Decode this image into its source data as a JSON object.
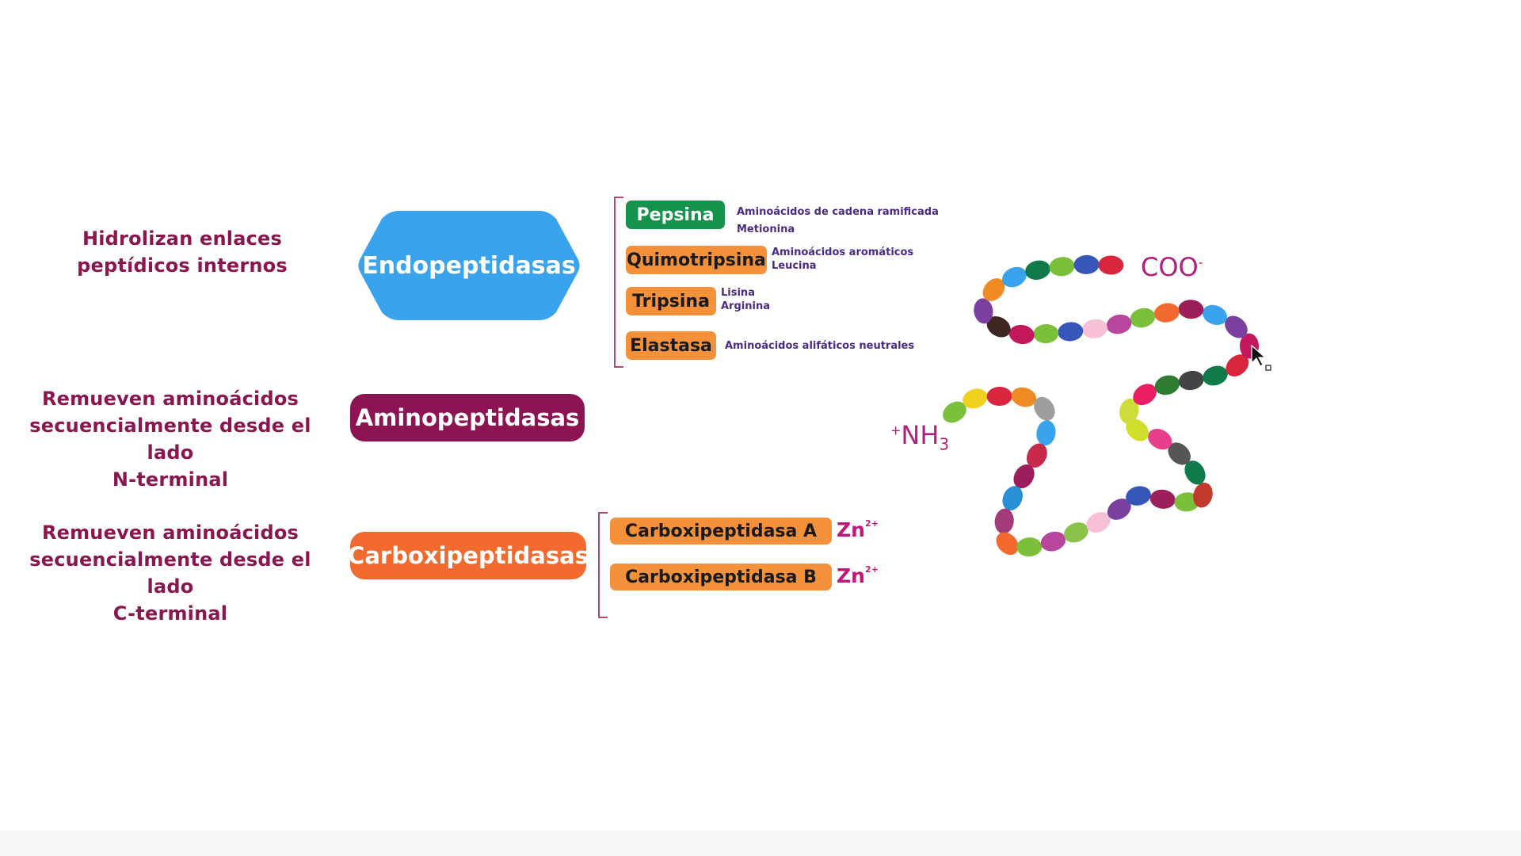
{
  "rows": {
    "endo": {
      "description_lines": [
        "Hidrolizan enlaces",
        "peptídicos internos"
      ],
      "label": "Endopeptidasas",
      "color": "#3aa3ee"
    },
    "amino": {
      "description_lines": [
        "Remueven aminoácidos",
        "secuencialmente desde el lado",
        "N-terminal"
      ],
      "label": "Aminopeptidasas",
      "color": "#8c1452"
    },
    "carboxi": {
      "description_lines": [
        "Remueven aminoácidos",
        "secuencialmente desde el lado",
        "C-terminal"
      ],
      "label": "Carboxipeptidasas",
      "color": "#f26a2e"
    }
  },
  "endopeptidases": [
    {
      "name": "Pepsina",
      "color": "#15934c",
      "notes": [
        "Aminoácidos de cadena ramificada",
        "Metionina"
      ]
    },
    {
      "name": "Quimotripsina",
      "color": "#f4913a",
      "notes": [
        "Aminoácidos aromáticos",
        "Leucina"
      ]
    },
    {
      "name": "Tripsina",
      "color": "#f4913a",
      "notes": [
        "Lisina",
        "Arginina"
      ]
    },
    {
      "name": "Elastasa",
      "color": "#f4913a",
      "notes": [
        "Aminoácidos alifáticos neutrales"
      ]
    }
  ],
  "carboxypeptidases": [
    {
      "name": "Carboxipeptidasa A",
      "cofactor": "Zn",
      "charge": "2+"
    },
    {
      "name": "Carboxipeptidasa B",
      "cofactor": "Zn",
      "charge": "2+"
    }
  ],
  "chain": {
    "c_terminal": {
      "text": "COO",
      "charge": "-"
    },
    "n_terminal": {
      "charge": "+",
      "text": "NH",
      "subscript": "3"
    },
    "bead_colors": [
      "#7bbf3a",
      "#f0d21e",
      "#d7263d",
      "#f08a24",
      "#9e9e9e",
      "#3aa3ee",
      "#c72a4a",
      "#9c1f5c",
      "#2b8fd6",
      "#a33b7a",
      "#f26a2e",
      "#7bbf3a",
      "#b8469c",
      "#8bc34a",
      "#f6c1d6",
      "#7b3fa0",
      "#3656b8",
      "#9c1f5c",
      "#7bbf3a",
      "#c0392b",
      "#0f7a4a",
      "#555555",
      "#e83e8c",
      "#d0e02a",
      "#cddc39",
      "#e91e63",
      "#2e7d32",
      "#444444",
      "#0f7a4a",
      "#d7263d",
      "#c2185b",
      "#7b3fa0",
      "#3aa3ee",
      "#9c1f5c",
      "#f26a2e",
      "#7bbf3a",
      "#b8469c",
      "#f6c1d6",
      "#3656b8",
      "#7bbf3a",
      "#c2185b",
      "#3e2723",
      "#7b3fa0",
      "#f08a24",
      "#3aa3ee",
      "#0f7a4a",
      "#7bbf3a",
      "#3656b8",
      "#d7263d",
      "#757575",
      "#5bc0de",
      "#7b3fa0",
      "#7bbf3a",
      "#f8d0e0"
    ]
  }
}
